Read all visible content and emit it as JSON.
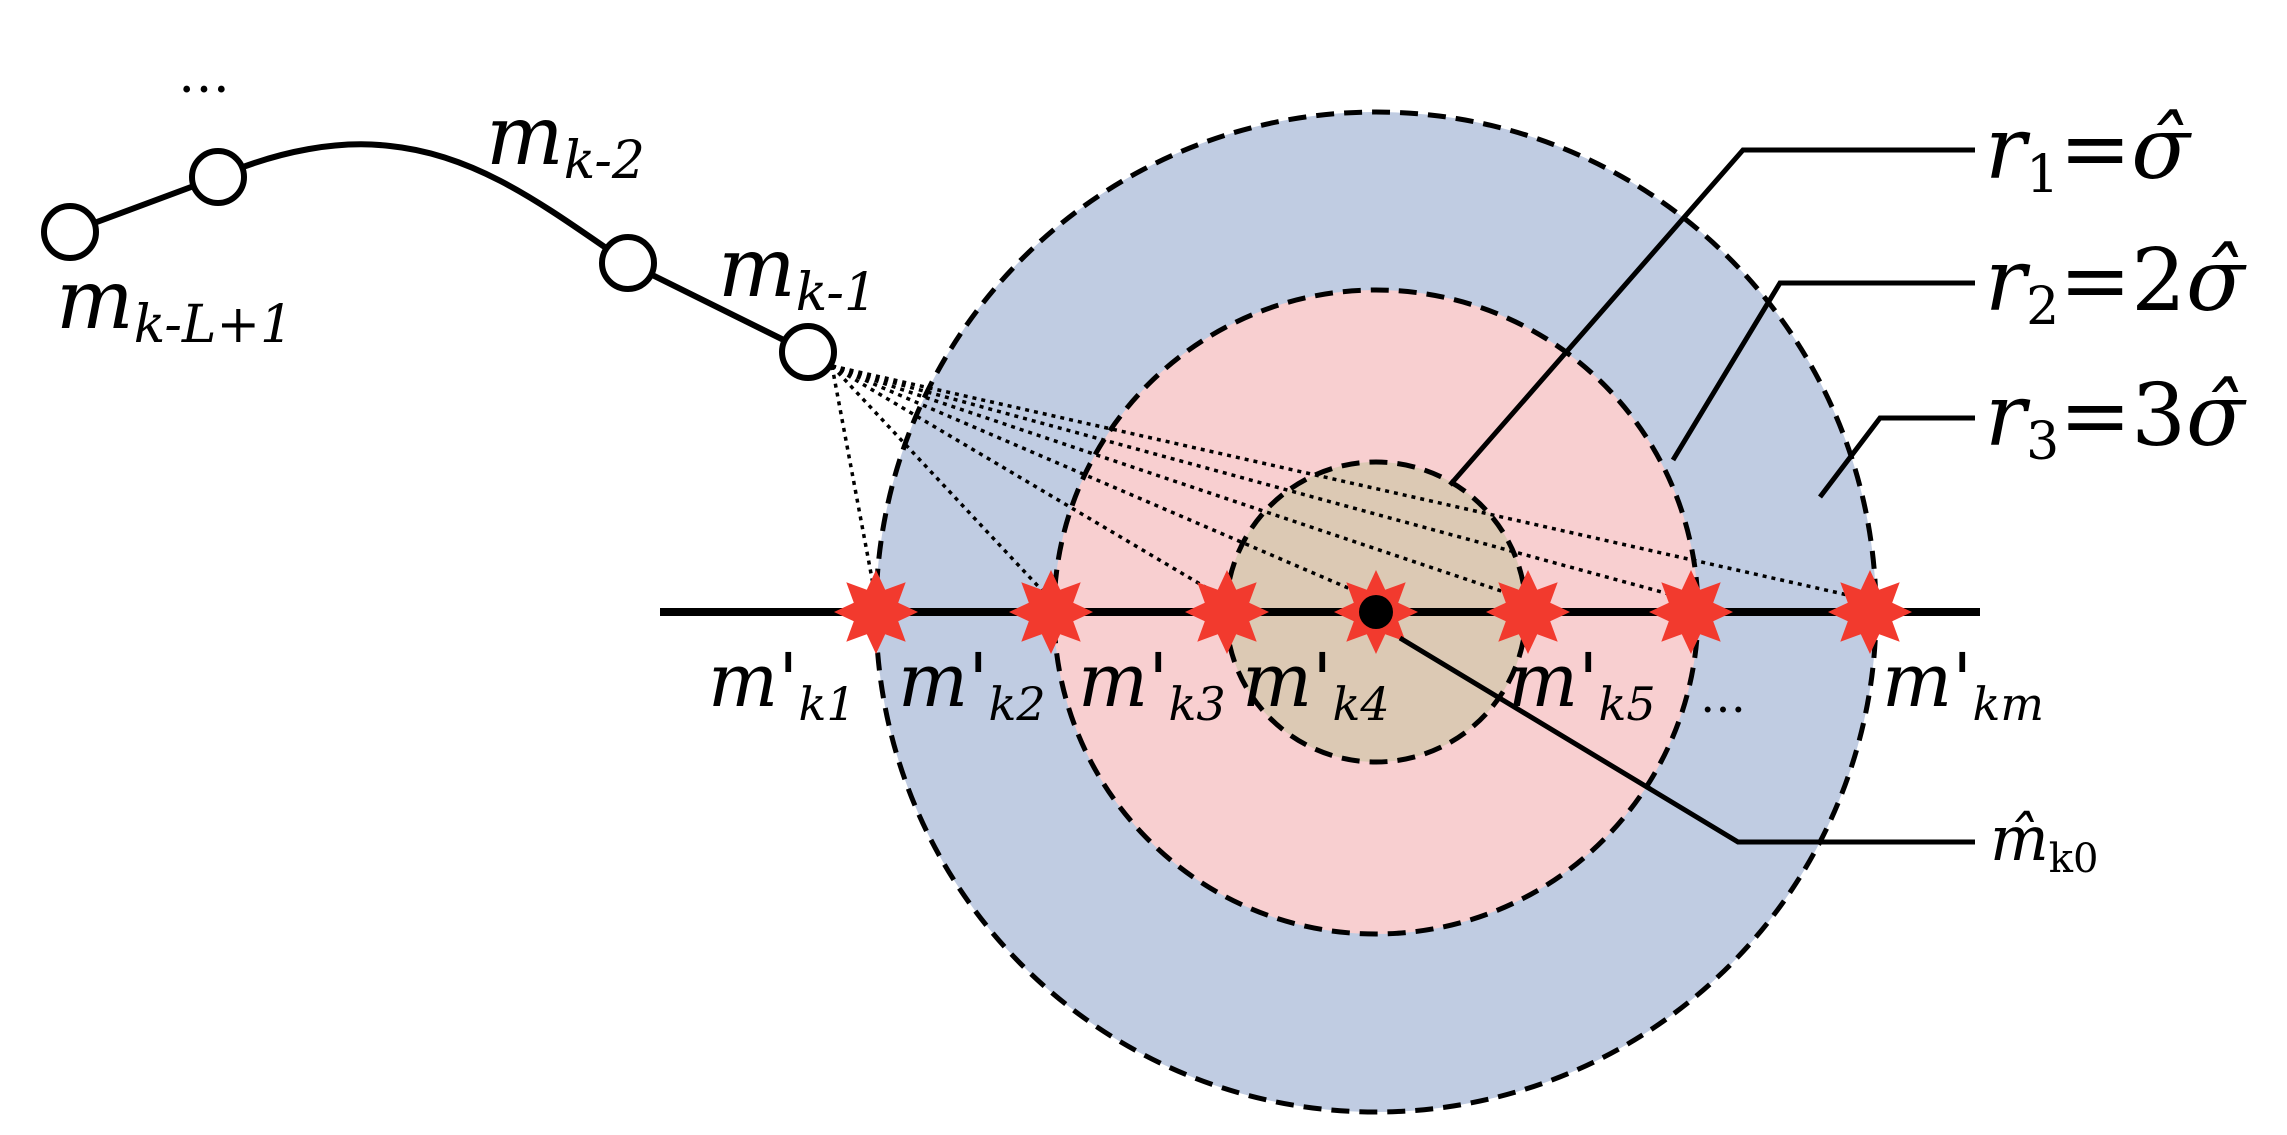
{
  "colors": {
    "outer_ring": "#c0cce2",
    "middle_ring": "#f8cfd0",
    "inner_disk": "#dcc9b4",
    "star": "#f23a2e",
    "line": "#000000"
  },
  "track": {
    "points": [
      {
        "main": "m",
        "sub": "k-L+1"
      },
      {
        "main": "m",
        "sub": ""
      },
      {
        "main": "m",
        "sub": "k-2"
      },
      {
        "main": "m",
        "sub": "k-1"
      }
    ],
    "ellipsis": "…"
  },
  "candidates": [
    {
      "main": "m'",
      "sub": "k1"
    },
    {
      "main": "m'",
      "sub": "k2"
    },
    {
      "main": "m'",
      "sub": "k3"
    },
    {
      "main": "m'",
      "sub": "k4"
    },
    {
      "main": "m'",
      "sub": "k5"
    },
    {
      "main": "…",
      "sub": ""
    },
    {
      "main": "m'",
      "sub": "km"
    }
  ],
  "radii": [
    {
      "var": "r",
      "index": "1",
      "eq": "=",
      "coef": "",
      "sym": "σ̂"
    },
    {
      "var": "r",
      "index": "2",
      "eq": "=",
      "coef": "2",
      "sym": "σ̂"
    },
    {
      "var": "r",
      "index": "3",
      "eq": "=",
      "coef": "3",
      "sym": "σ̂"
    }
  ],
  "center": {
    "main": "m̂",
    "sub": "k0"
  }
}
